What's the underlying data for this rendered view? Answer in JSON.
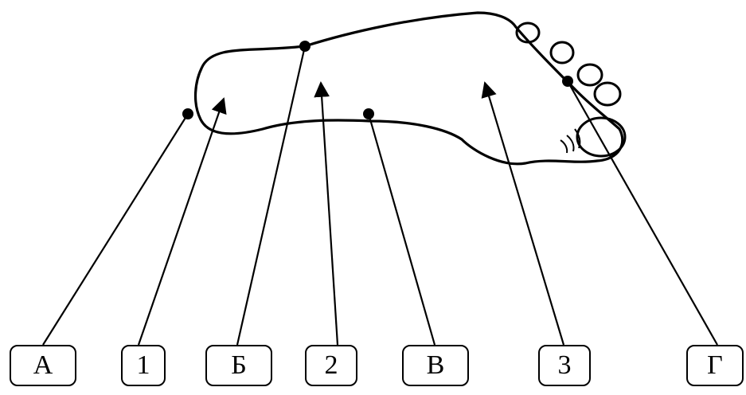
{
  "labels": {
    "a": "А",
    "one": "1",
    "b": "Б",
    "two": "2",
    "v": "В",
    "three": "3",
    "g": "Г"
  },
  "colors": {
    "ink": "#000000",
    "background": "#ffffff"
  }
}
